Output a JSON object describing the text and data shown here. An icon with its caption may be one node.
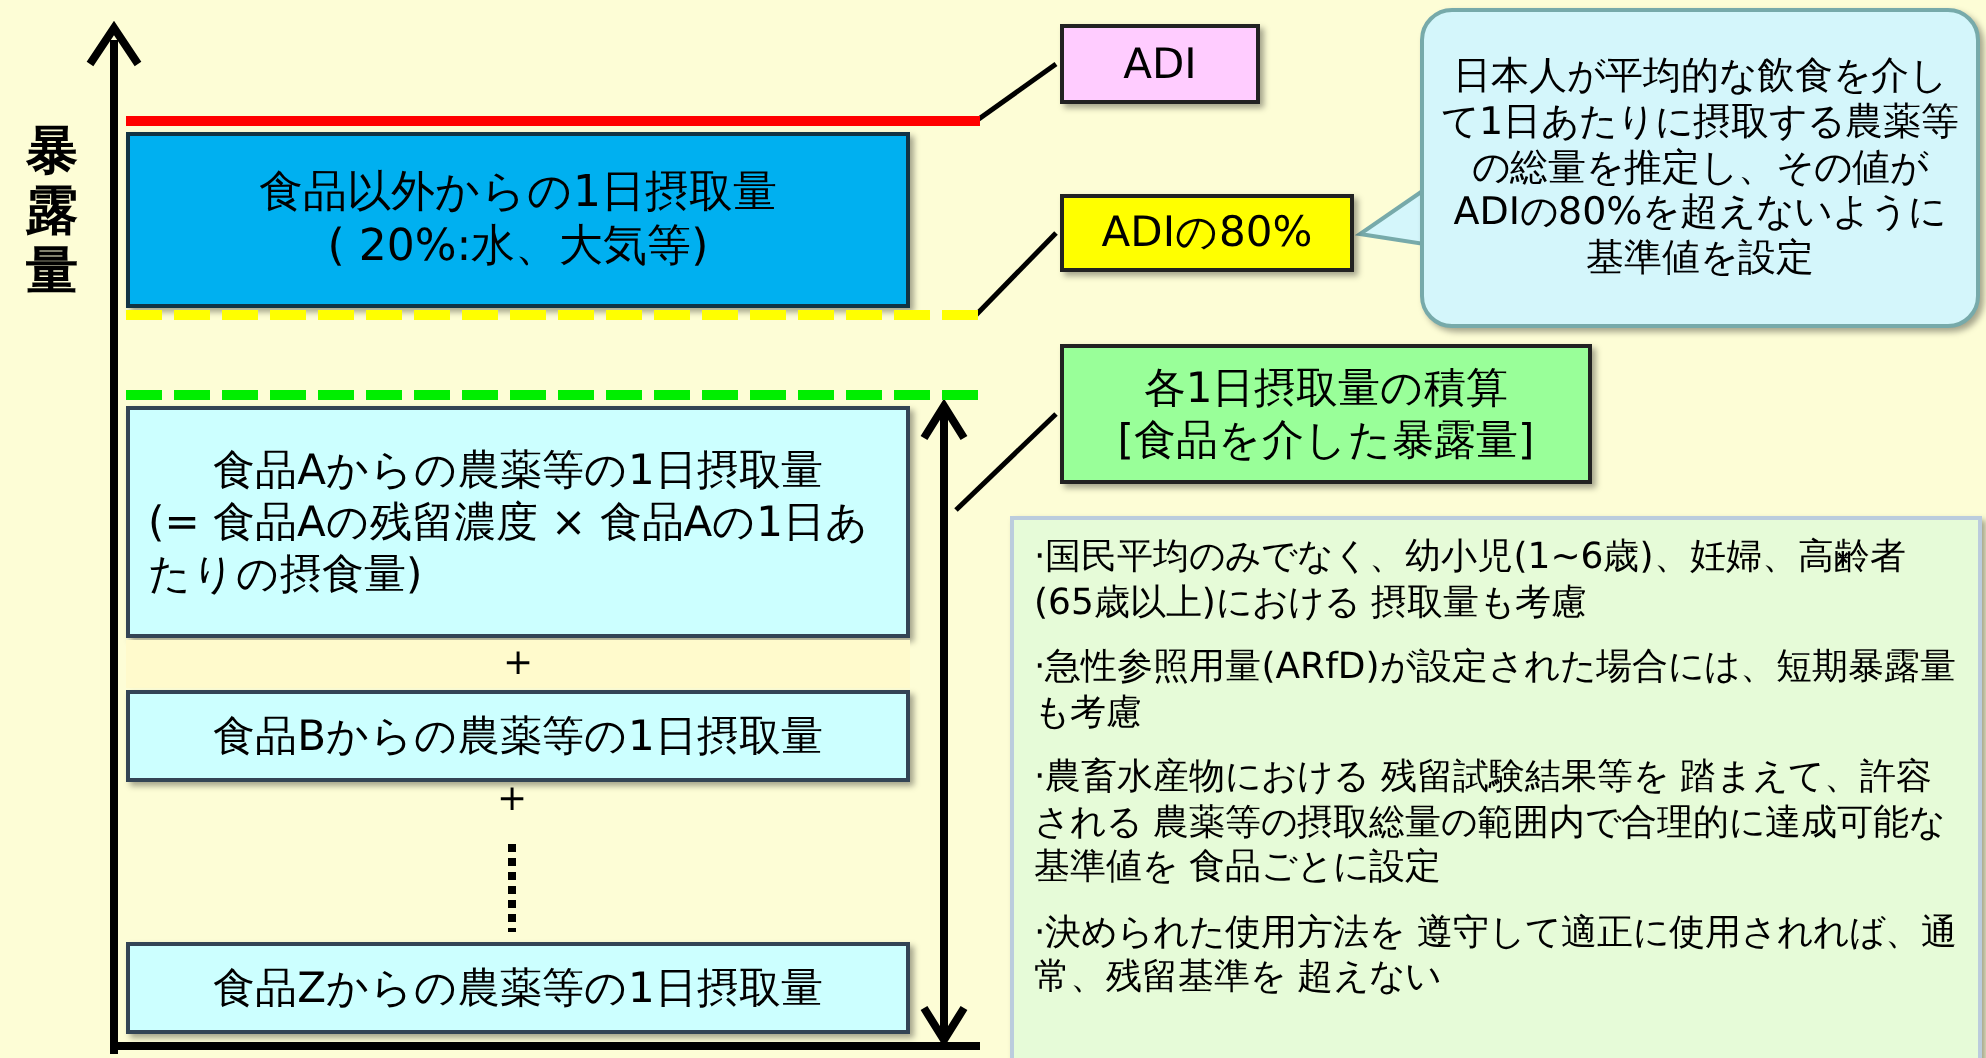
{
  "diagram": {
    "nodes": [
      {
        "text": [
          "食品以外からの1日摂取量",
          "( 20%:水、大気等)"
        ]
      },
      {
        "text": [
          "食品Aからの農薬等の1日摂取量",
          "(= 食品Aの残留濃度 × 食品Aの1日あたりの摂食量)"
        ]
      },
      {
        "text": [
          "+"
        ]
      },
      {
        "text": [
          "食品Bからの農薬等の1日摂取量"
        ]
      },
      {
        "text": [
          "食品Zからの農薬等の1日摂取量"
        ]
      },
      {
        "text": [
          "ADI"
        ]
      },
      {
        "text": [
          "ADIの80%"
        ]
      },
      {
        "text": [
          "日本人が平均的な飲食を介して1日あたりに摂取する農薬等の総量を推定し、その値がADIの80%を超えないように基準値を設定"
        ]
      },
      {
        "text": [
          "各1日摂取量の積算",
          "[食品を介した暴露量]"
        ]
      },
      {
        "text": [
          "·国民平均のみでなく、幼小児(1~6歳)、妊婦、高齢者(65歳以上)における 摂取量も考慮",
          "·急性参照用量(ARfD)が設定された場合には、短期暴露量も考慮",
          "·農畜水産物における 残留試験結果等を 踏まえて、許容される 農薬等の摂取総量の範囲内で合理的に達成可能な基準値を 食品ごとに設定",
          "·決められた使用方法を 遵守して適正に使用されれば、通常、残留基準を 超えない"
        ]
      },
      {
        "text": [],
        "shape": "line"
      },
      {
        "text": [],
        "shape": "line"
      },
      {
        "text": [],
        "shape": "line"
      }
    ],
    "edges": [
      {
        "from": 5,
        "to": 10,
        "arrow": "none"
      },
      {
        "from": 6,
        "to": 11,
        "arrow": "none"
      },
      {
        "from": 8,
        "to": null,
        "arrow": "none"
      }
    ],
    "labels": [
      "暴露量",
      "+"
    ]
  }
}
